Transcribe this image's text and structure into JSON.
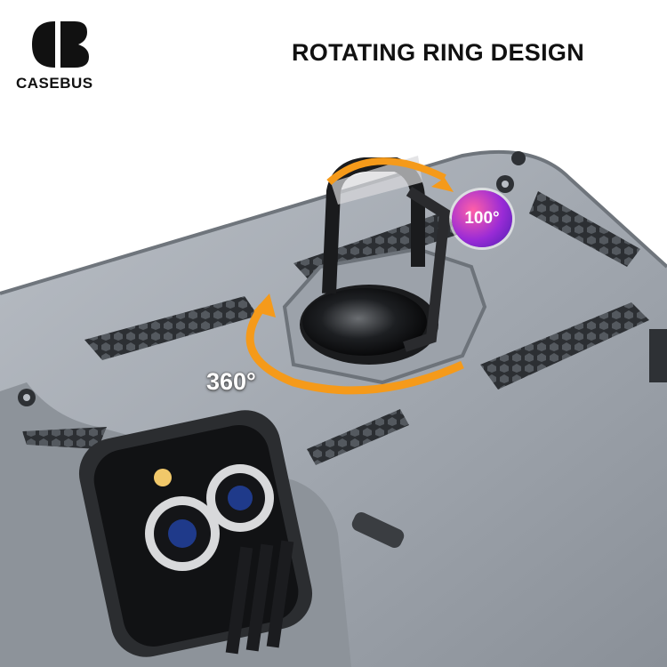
{
  "brand": {
    "name": "CASEBUS"
  },
  "headline": "ROTATING RING DESIGN",
  "badges": {
    "tilt": "100°",
    "rotation": "360°"
  },
  "colors": {
    "case": "#9aa0a8",
    "arrow": "#f59a1a",
    "badge": "#a22ad0",
    "ink": "#111111"
  }
}
